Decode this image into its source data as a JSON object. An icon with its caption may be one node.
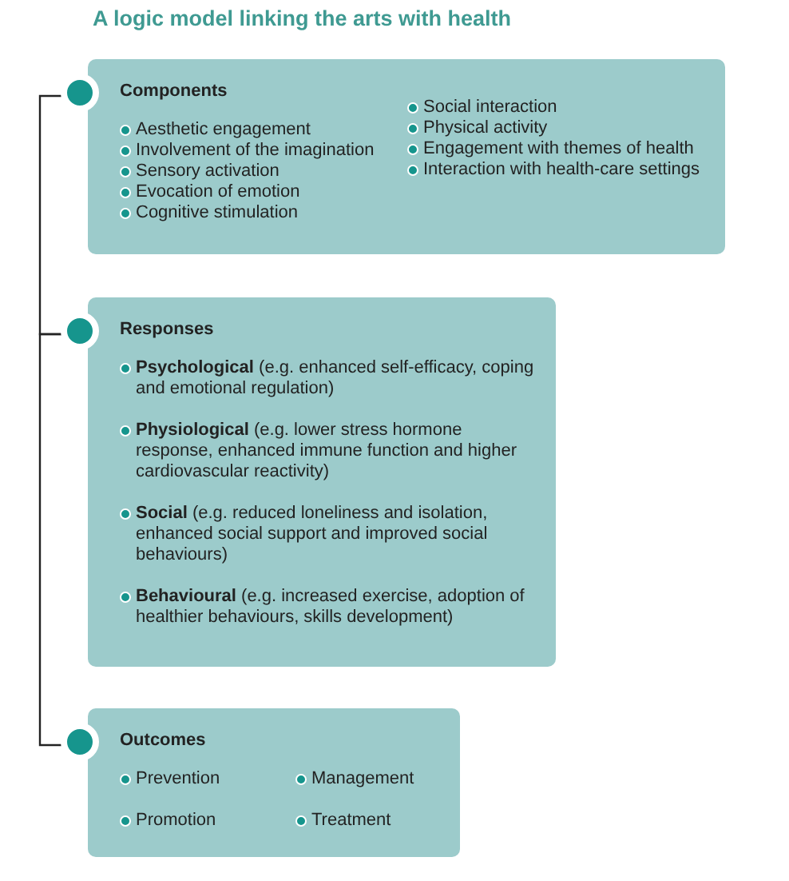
{
  "diagram": {
    "title": "A logic model linking the arts with health",
    "nodes": [
      {
        "text": [
          "Components",
          "Aesthetic engagement",
          "Involvement of the imagination",
          "Sensory activation",
          "Evocation of emotion",
          "Cognitive stimulation",
          "Social interaction",
          "Physical activity",
          "Engagement with themes of health",
          "Interaction with health-care settings"
        ]
      },
      {
        "text": [
          "Responses",
          "**Psychological** (e.g. enhanced self-efficacy, coping and emotional regulation)",
          "**Physiological** (e.g. lower stress hormone response, enhanced immune function and higher cardiovascular reactivity)",
          "**Social** (e.g. reduced loneliness and isolation, enhanced social support and improved social behaviours)",
          "**Behavioural** (e.g. increased exercise, adoption of healthier behaviours, skills development)"
        ]
      },
      {
        "text": [
          "Outcomes",
          "Prevention",
          "Management",
          "Promotion",
          "Treatment"
        ]
      }
    ],
    "edges": [
      {
        "from": 0,
        "to": 1,
        "arrow": "none"
      },
      {
        "from": 1,
        "to": 2,
        "arrow": "none"
      }
    ]
  }
}
